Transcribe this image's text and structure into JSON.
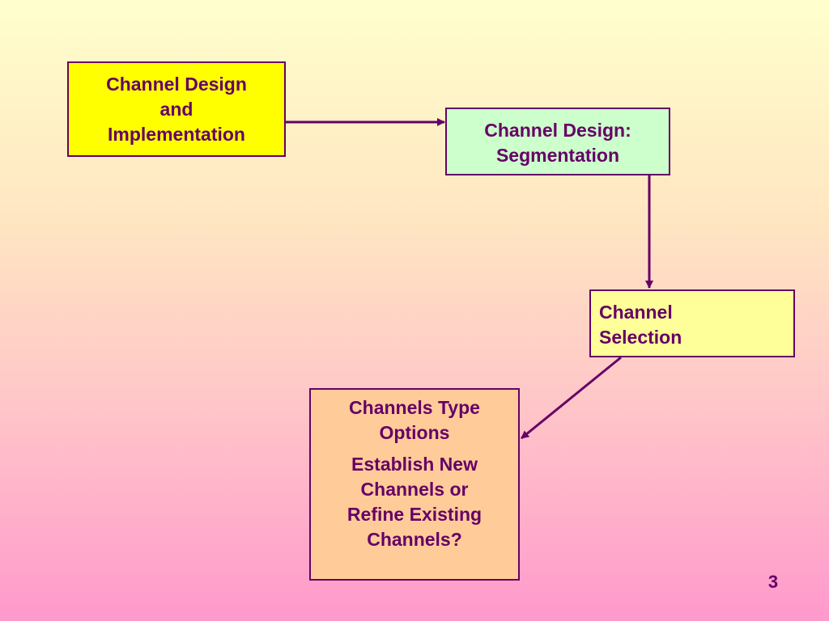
{
  "boxes": {
    "channel_design": {
      "lines": [
        "Channel Design",
        "and",
        "Implementation"
      ],
      "fill": "#FFFF00"
    },
    "segmentation": {
      "lines": [
        "Channel Design:",
        "Segmentation"
      ],
      "fill": "#CCFFCC"
    },
    "selection": {
      "lines": [
        "Channel",
        "Selection"
      ],
      "fill": "#FFFF99"
    },
    "options": {
      "para1": [
        "Channels Type",
        "Options"
      ],
      "para2": [
        "Establish New",
        "Channels or",
        "Refine Existing",
        "Channels?"
      ],
      "fill": "#FFCC99"
    }
  },
  "connectors": [
    {
      "from": "Channel Design and Implementation",
      "to": "Channel Design: Segmentation"
    },
    {
      "from": "Channel Design: Segmentation",
      "to": "Channel Selection"
    },
    {
      "from": "Channel Selection",
      "to": "Channels Type Options"
    }
  ],
  "page_number": "3",
  "colors": {
    "border": "#660066",
    "text": "#660066",
    "connector": "#660066"
  }
}
